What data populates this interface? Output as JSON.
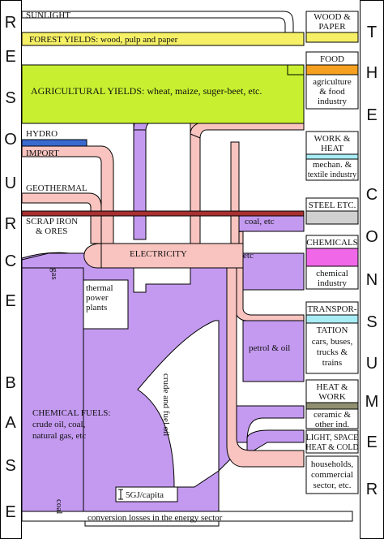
{
  "left_column_letters": [
    "R",
    "E",
    "S",
    "O",
    "U",
    "R",
    "C",
    "E",
    "B",
    "A",
    "S",
    "E"
  ],
  "right_column_letters": [
    "T",
    "H",
    "E",
    "C",
    "O",
    "N",
    "S",
    "U",
    "M",
    "E",
    "R"
  ],
  "resources": {
    "sunlight": "SUNLIGHT",
    "forest": "FOREST YIELDS: wood, pulp and paper",
    "agricultural": "AGRICULTURAL YIELDS: wheat, maize, suger-beet, etc.",
    "hydro": "HYDRO",
    "import": "IMPORT",
    "geothermal": "GEOTHERMAL",
    "scrap_line1": "SCRAP IRON",
    "scrap_line2": "& ORES",
    "chemical_fuels_line1": "CHEMICAL FUELS:",
    "chemical_fuels_line2": "crude oil, coal,",
    "chemical_fuels_line3": "natural gas, etc"
  },
  "flows": {
    "electricity": "ELECTRICITY",
    "coal_etc": "coal, etc",
    "etc": "etc",
    "gas": "gas",
    "thermal_line1": "thermal",
    "thermal_line2": "power",
    "thermal_line3": "plants",
    "petrol_oil": "petrol & oil",
    "crude_fuel_oil": "crude and fuel oil",
    "coal": "coal",
    "scale": "5GJ/capita",
    "losses": "conversion losses in the energy sector"
  },
  "consumers": {
    "wood_line1": "WOOD &",
    "wood_line2": "PAPER",
    "food": "FOOD",
    "agri_line1": "agriculture",
    "agri_line2": "& food",
    "agri_line3": "industry",
    "work_heat_line1": "WORK &",
    "work_heat_line2": "HEAT",
    "mech_line1": "mechan. &",
    "mech_line2": "textile industry",
    "steel": "STEEL ETC.",
    "chemicals": "CHEMICALS",
    "chem_ind_line1": "chemical",
    "chem_ind_line2": "industry",
    "transport_line1": "TRANSPOR-",
    "transport_line2": "TATION",
    "cars_line1": "cars, buses,",
    "cars_line2": "trucks &",
    "cars_line3": "trains",
    "heat_work_line1": "HEAT &",
    "heat_work_line2": "WORK",
    "ceramic_line1": "ceramic &",
    "ceramic_line2": "other ind.",
    "light_line1": "LIGHT, SPACE",
    "light_line2": "HEAT & COLD",
    "households_line1": "households,",
    "households_line2": "commercial",
    "households_line3": "sector, etc."
  },
  "colors": {
    "forest": "#f5f065",
    "agriculture": "#c8f030",
    "electricity": "#f9c4c0",
    "chemical_fuels": "#c49af0",
    "scrap": "#a83030",
    "hydro": "#3a6ad0",
    "food": "#f5a020",
    "work_heat": "#a8ecf5",
    "steel": "#d0d0d0",
    "chemicals": "#f068e8",
    "transport": "#a8ecf5",
    "heat_work": "#909070"
  }
}
